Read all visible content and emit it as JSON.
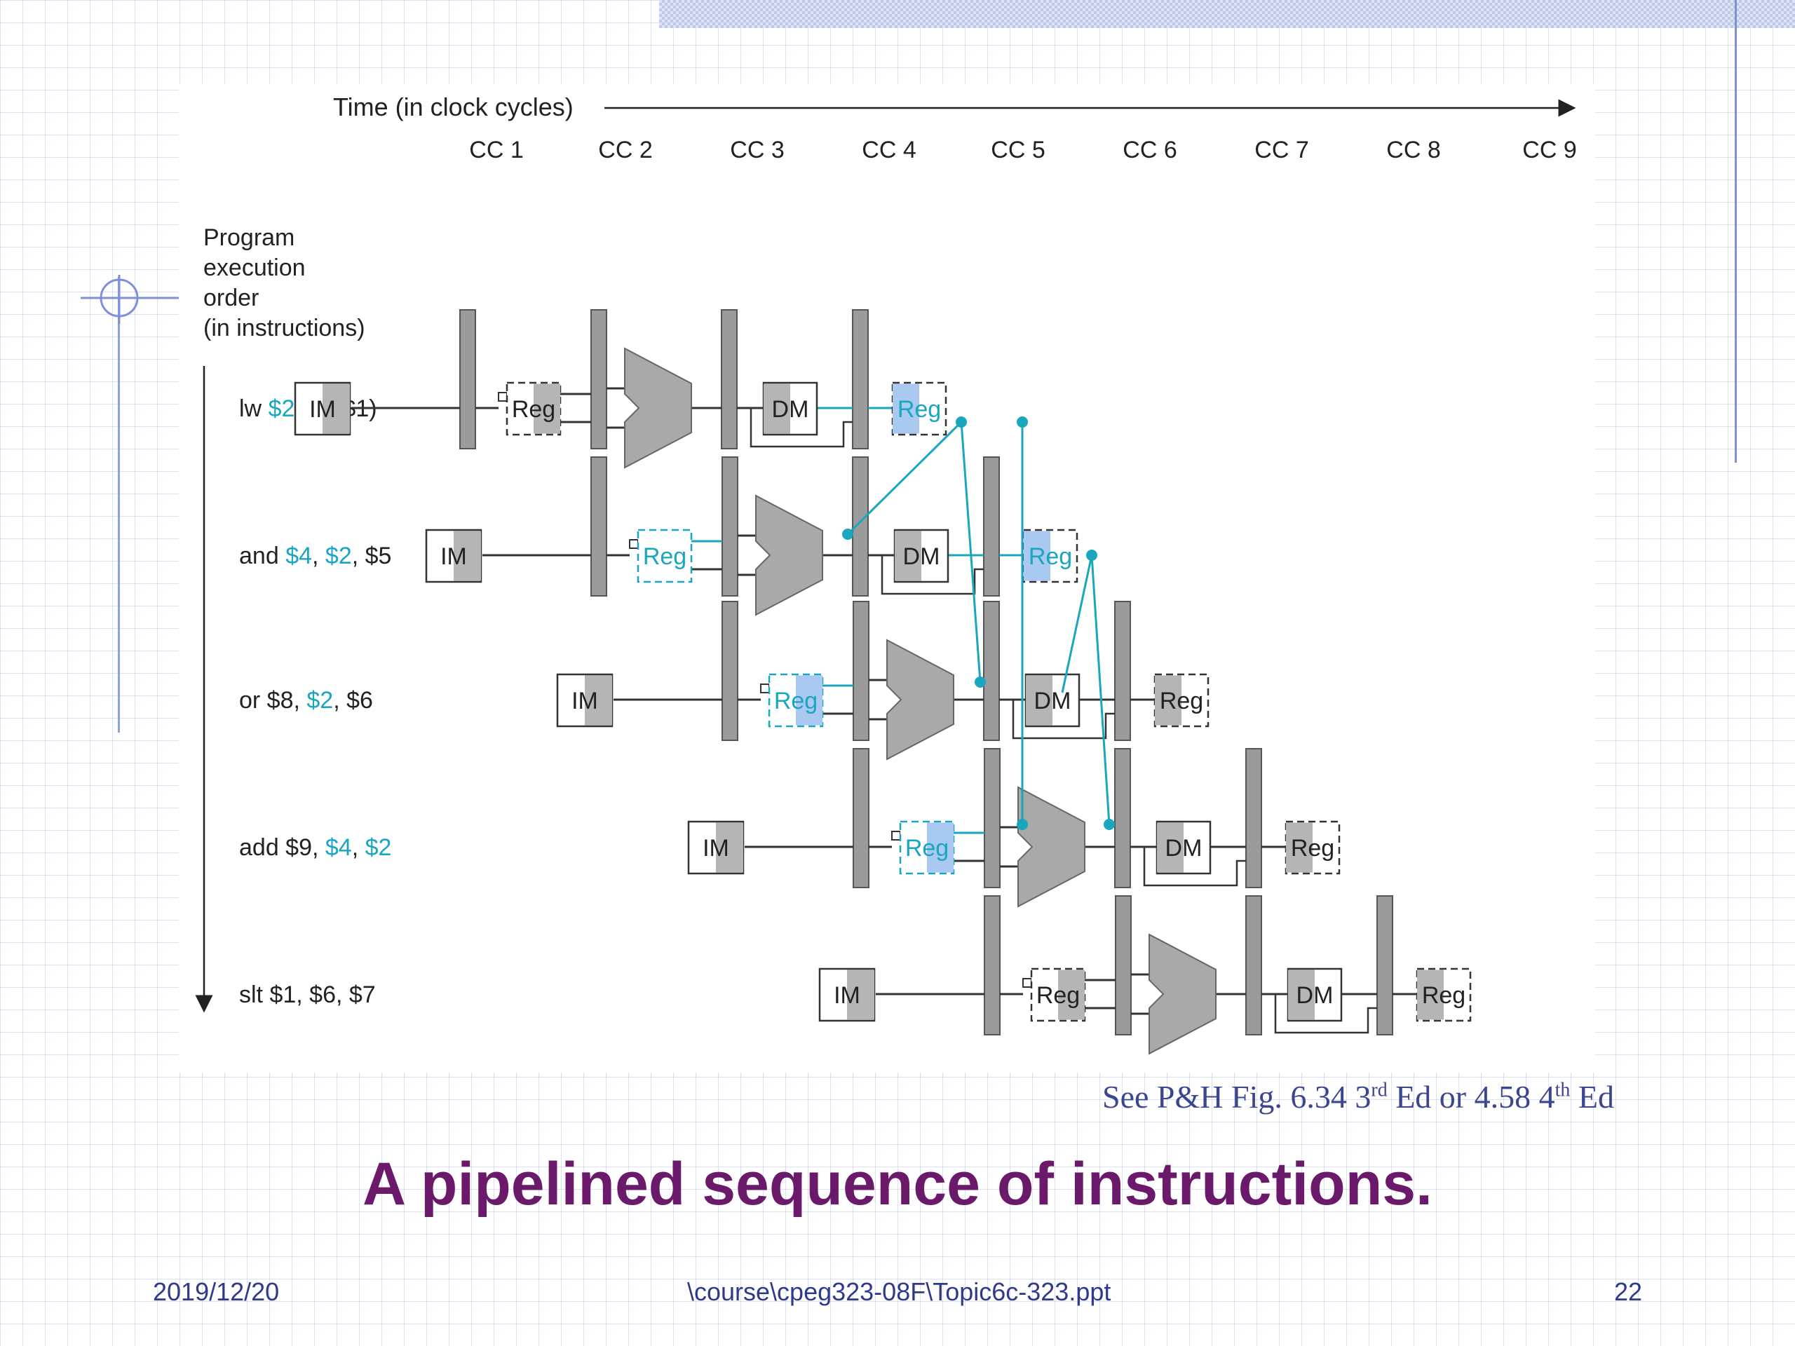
{
  "diagram": {
    "time_label": "Time (in clock cycles)",
    "clock_cycles": [
      "CC 1",
      "CC 2",
      "CC 3",
      "CC 4",
      "CC 5",
      "CC 6",
      "CC 7",
      "CC 8",
      "CC 9"
    ],
    "order_label_lines": [
      "Program",
      "execution",
      "order",
      "(in instructions)"
    ],
    "stage_labels": {
      "im": "IM",
      "reg": "Reg",
      "dm": "DM"
    },
    "instructions": [
      {
        "parts": [
          {
            "text": "lw ",
            "hl": false
          },
          {
            "text": "$2",
            "hl": true
          },
          {
            "text": ", 20($1)",
            "hl": false
          }
        ]
      },
      {
        "parts": [
          {
            "text": "and ",
            "hl": false
          },
          {
            "text": "$4",
            "hl": true
          },
          {
            "text": ", ",
            "hl": false
          },
          {
            "text": "$2",
            "hl": true
          },
          {
            "text": ", $5",
            "hl": false
          }
        ]
      },
      {
        "parts": [
          {
            "text": "or $8, ",
            "hl": false
          },
          {
            "text": "$2",
            "hl": true
          },
          {
            "text": ", $6",
            "hl": false
          }
        ]
      },
      {
        "parts": [
          {
            "text": "add $9, ",
            "hl": false
          },
          {
            "text": "$4",
            "hl": true
          },
          {
            "text": ", ",
            "hl": false
          },
          {
            "text": "$2",
            "hl": true
          }
        ]
      },
      {
        "parts": [
          {
            "text": "slt $1, $6, $7",
            "hl": false
          }
        ]
      }
    ],
    "colors": {
      "highlight": "#1aa6bf",
      "reg_fill": "#a9c9f0",
      "unit_gray": "#b5b5b5",
      "line": "#333333"
    }
  },
  "caption": {
    "pre": "See P&H Fig. 6.34 3",
    "sup1": "rd",
    "mid": " Ed or 4.58 4",
    "sup2": "th",
    "post": " Ed"
  },
  "title": "A pipelined sequence of instructions.",
  "footer": {
    "date": "2019/12/20",
    "path": "\\course\\cpeg323-08F\\Topic6c-323.ppt",
    "page": "22"
  },
  "decor": {
    "crosshair_icon": "crosshair-icon"
  }
}
